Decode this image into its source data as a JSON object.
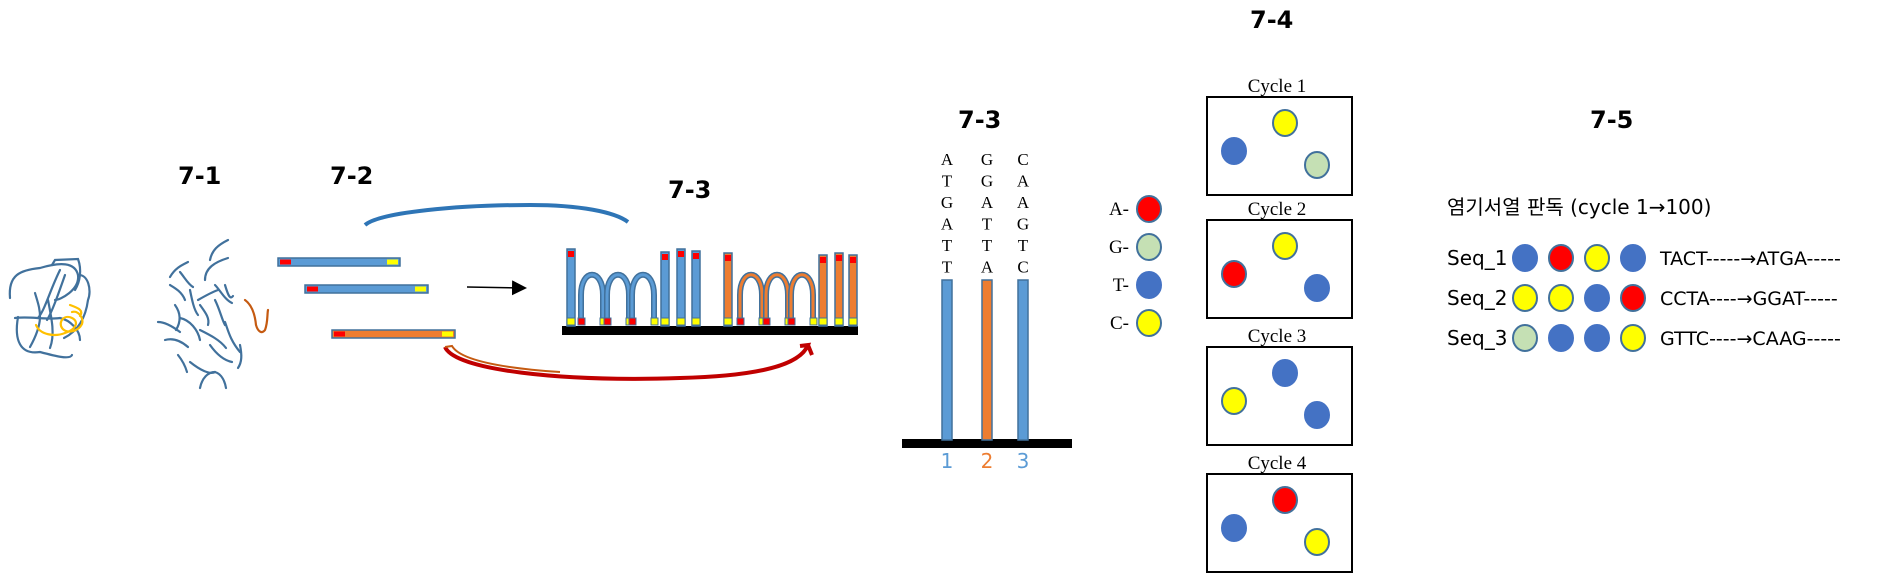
{
  "colors": {
    "A": "#ff0000",
    "G": "#c5e0b4",
    "T": "#4472c4",
    "C": "#ffff00",
    "blue_strand": "#5b9bd5",
    "orange_strand": "#ed7d31",
    "outline": "#41719c",
    "black": "#000000",
    "red_arrow": "#c00000",
    "blue_arrow": "#2e75b6",
    "label_blue": "#5b9bd5",
    "label_orange": "#ed7d31"
  },
  "panels": {
    "p71": {
      "title": "7-1"
    },
    "p72": {
      "title": "7-2"
    },
    "p73a": {
      "title": "7-3"
    },
    "p73b": {
      "title": "7-3",
      "clusters": [
        {
          "number": "1",
          "color": "blue",
          "bases": [
            "A",
            "T",
            "G",
            "A",
            "T",
            "T"
          ]
        },
        {
          "number": "2",
          "color": "orange",
          "bases": [
            "G",
            "G",
            "A",
            "T",
            "T",
            "A"
          ]
        },
        {
          "number": "3",
          "color": "blue",
          "bases": [
            "C",
            "A",
            "A",
            "G",
            "T",
            "C"
          ]
        }
      ]
    },
    "p74": {
      "title": "7-4",
      "legend": [
        {
          "label": "A-",
          "base": "A"
        },
        {
          "label": "G-",
          "base": "G"
        },
        {
          "label": "T-",
          "base": "T"
        },
        {
          "label": "C-",
          "base": "C"
        }
      ],
      "cycles": [
        {
          "label": "Cycle 1",
          "spots": [
            "T",
            "C",
            "G"
          ]
        },
        {
          "label": "Cycle 2",
          "spots": [
            "A",
            "C",
            "T"
          ]
        },
        {
          "label": "Cycle 3",
          "spots": [
            "C",
            "T",
            "T"
          ]
        },
        {
          "label": "Cycle 4",
          "spots": [
            "T",
            "A",
            "C"
          ]
        }
      ]
    },
    "p75": {
      "title": "7-5",
      "heading": "염기서열 판독 (cycle 1→100)",
      "sequences": [
        {
          "label": "Seq_1",
          "dots": [
            "T",
            "A",
            "C",
            "T"
          ],
          "read": "TACT-----→ATGA-----"
        },
        {
          "label": "Seq_2",
          "dots": [
            "C",
            "C",
            "T",
            "A"
          ],
          "read": "CCTA----→GGAT-----"
        },
        {
          "label": "Seq_3",
          "dots": [
            "G",
            "T",
            "T",
            "C"
          ],
          "read": "GTTC----→CAAG-----"
        }
      ]
    }
  }
}
